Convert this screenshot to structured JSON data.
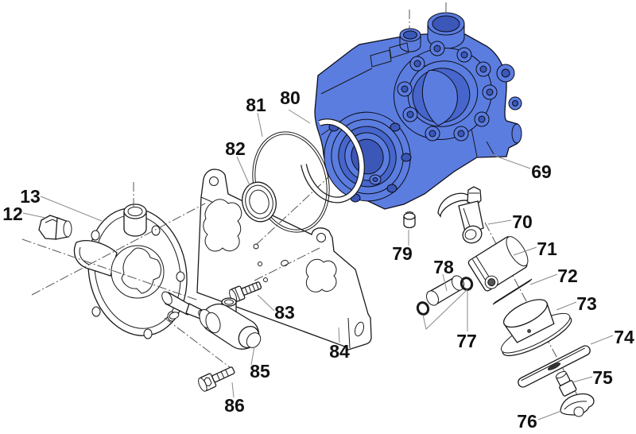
{
  "page": {
    "background": "#ffffff"
  },
  "diagram": {
    "type": "exploded-parts-diagram",
    "housing_color": "#5b7de0",
    "line_color": "#1a1a1a",
    "callouts": {
      "c12": "12",
      "c13": "13",
      "c69": "69",
      "c70": "70",
      "c71": "71",
      "c72": "72",
      "c73": "73",
      "c74": "74",
      "c75": "75",
      "c76": "76",
      "c77": "77",
      "c78": "78",
      "c79": "79",
      "c80": "80",
      "c81": "81",
      "c82": "82",
      "c83": "83",
      "c84": "84",
      "c85": "85",
      "c86": "86"
    }
  }
}
